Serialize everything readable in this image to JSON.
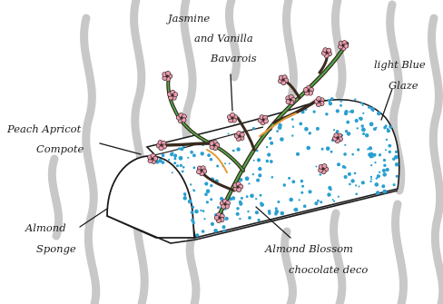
{
  "labels": {
    "bavarois_line1": "Jasmine",
    "bavarois_line2": "and Vanilla",
    "bavarois_line3": "Bavarois",
    "glaze_line1": "light Blue",
    "glaze_line2": "Glaze",
    "compote_line1": "Peach Apricot",
    "compote_line2": "Compote",
    "sponge_line1": "Almond",
    "sponge_line2": "Sponge",
    "blossom_line1": "Almond Blossom",
    "blossom_line2": "chocolate deco"
  },
  "colors": {
    "background_waves": "#c4c4c4",
    "glaze_dots": "#2a9fd0",
    "blossom_pink": "#e89bb5",
    "branch_dark": "#3a2a1e",
    "branch_green": "#4fae4a",
    "compote_orange": "#e39a3a",
    "ink": "#1b1b1b"
  }
}
